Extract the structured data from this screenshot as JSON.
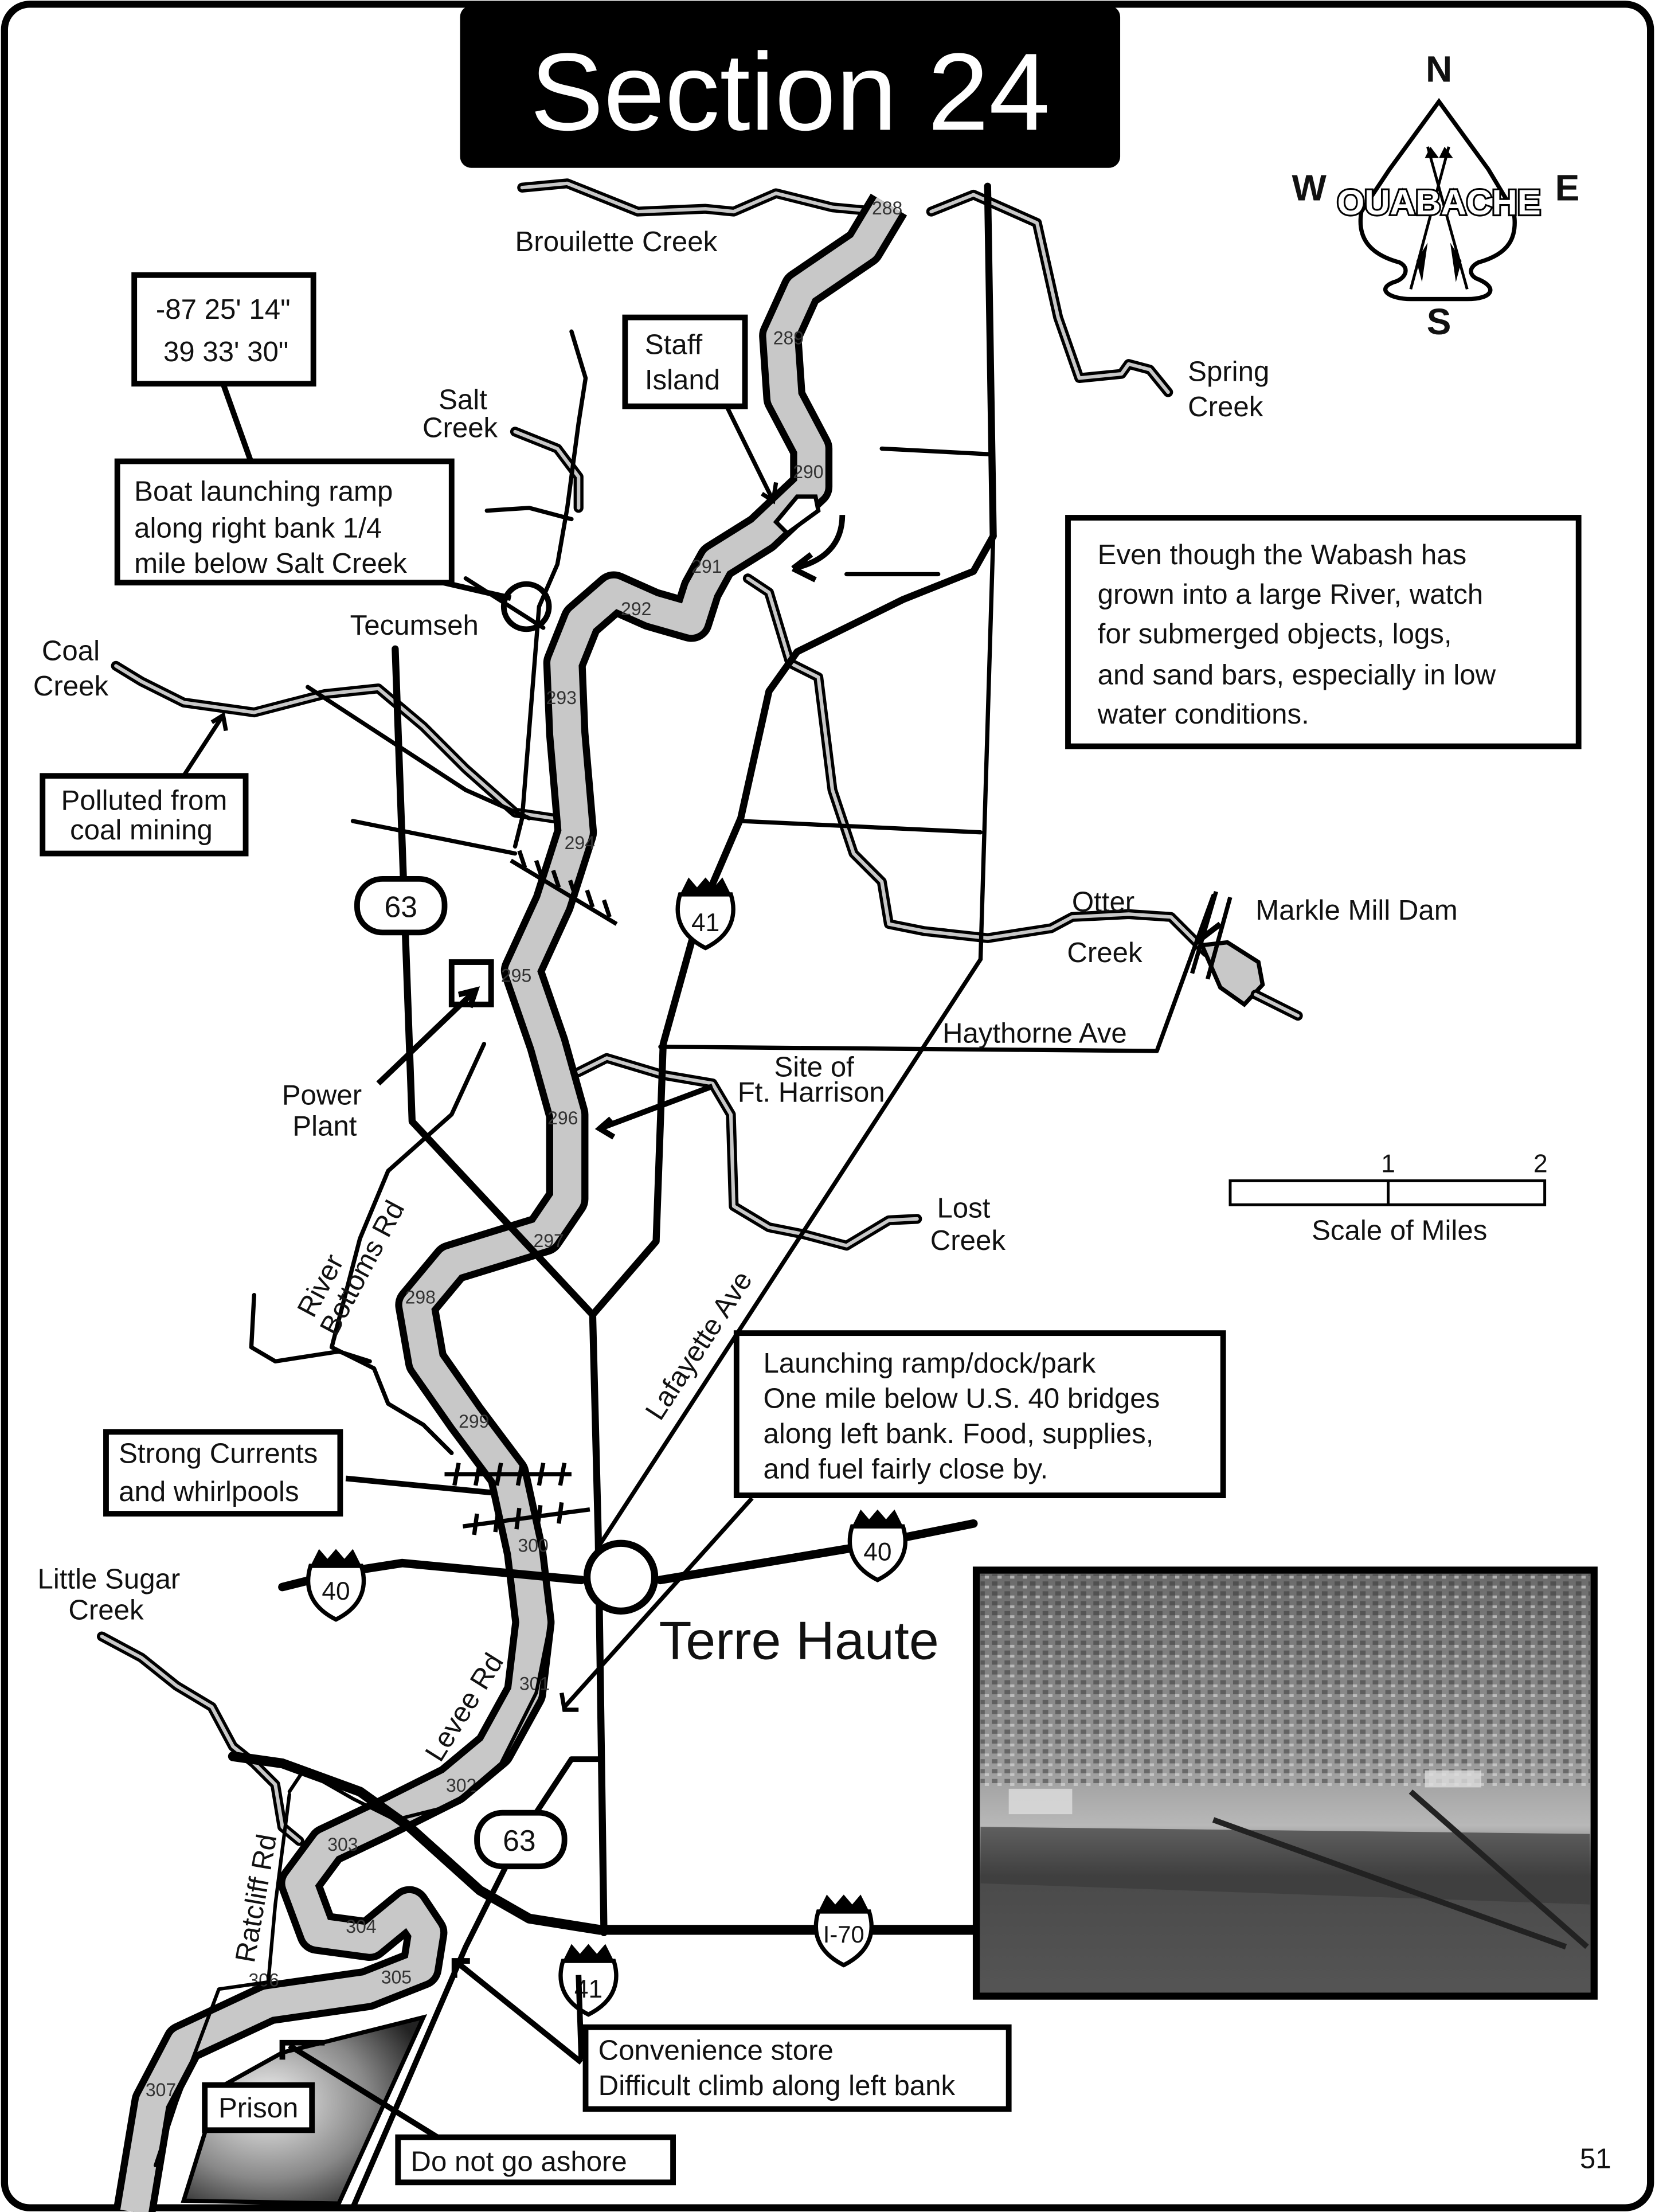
{
  "title": "Section 24",
  "page_number": "51",
  "compass": {
    "n": "N",
    "s": "S",
    "e": "E",
    "w": "W",
    "logo_text": "OUABACHE"
  },
  "coordinates": {
    "longitude": "-87 25' 14\"",
    "latitude": "39 33' 30\""
  },
  "callouts": {
    "boat_ramp": [
      "Boat launching ramp",
      "along right bank 1/4",
      "mile below Salt Creek"
    ],
    "staff_island": [
      "Staff",
      "Island"
    ],
    "polluted": [
      "Polluted from",
      "coal mining"
    ],
    "warning": [
      "Even though the Wabash has",
      "grown into a large River, watch",
      "for submerged objects, logs,",
      "and sand bars, especially in low",
      "water conditions."
    ],
    "strong_currents": [
      "Strong Currents",
      "and whirlpools"
    ],
    "launching_park": [
      "Launching ramp/dock/park",
      "One mile below U.S. 40 bridges",
      "along left bank. Food, supplies,",
      "and fuel fairly close by."
    ],
    "convenience": [
      "Convenience store",
      "Difficult climb along left bank"
    ],
    "do_not_go_ashore": "Do not go ashore",
    "prison": "Prison"
  },
  "places": {
    "brouilette_creek": "Brouilette Creek",
    "spring_creek": [
      "Spring",
      "Creek"
    ],
    "salt_creek": [
      "Salt",
      "Creek"
    ],
    "coal_creek": [
      "Coal",
      "Creek"
    ],
    "tecumseh": "Tecumseh",
    "otter_creek": [
      "Otter",
      "Creek"
    ],
    "markle_mill_dam": "Markle Mill Dam",
    "haythorne_ave": "Haythorne Ave",
    "power_plant": [
      "Power",
      "Plant"
    ],
    "ft_harrison": [
      "Site of",
      "Ft. Harrison"
    ],
    "lost_creek": [
      "Lost",
      "Creek"
    ],
    "river_bottoms_rd": [
      "River",
      "Bottoms Rd"
    ],
    "lafayette_ave": "Lafayette Ave",
    "little_sugar_creek": [
      "Little Sugar",
      "Creek"
    ],
    "terre_haute": "Terre Haute",
    "levee_rd": "Levee Rd",
    "ratcliff_rd": "Ratcliff Rd"
  },
  "routes": {
    "us63": "63",
    "us41": "41",
    "us40": "40",
    "i70": "I-70"
  },
  "river_miles": [
    "288",
    "289",
    "290",
    "291",
    "292",
    "293",
    "294",
    "295",
    "296",
    "297",
    "298",
    "299",
    "300",
    "301",
    "302",
    "303",
    "304",
    "305",
    "306",
    "307"
  ],
  "scale": {
    "label": "Scale of Miles",
    "tick1": "1",
    "tick2": "2"
  },
  "colors": {
    "river": "#c8c8c8",
    "ink": "#000000",
    "title_bg": "#000000"
  }
}
